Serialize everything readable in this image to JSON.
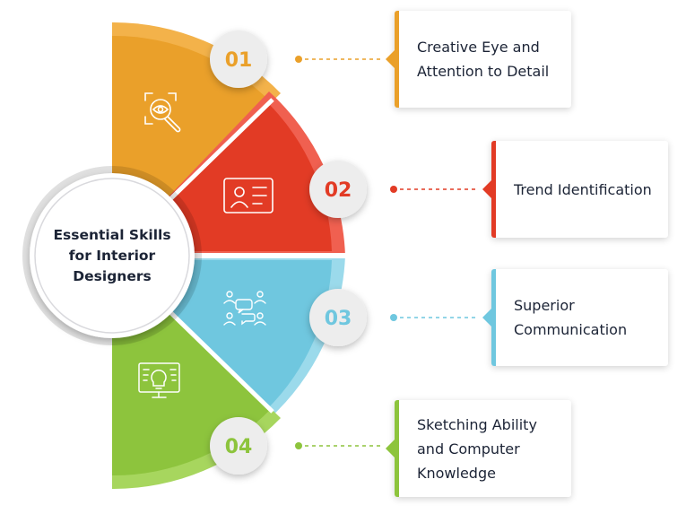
{
  "title": "Essential Skills for Interior Designers",
  "colors": {
    "orange": "#EAA02A",
    "red": "#E23B25",
    "blue": "#6FC7DF",
    "green": "#8DC43D",
    "dark_text": "#1C2436",
    "bubble": "#EDEDED"
  },
  "skills": [
    {
      "number": "01",
      "label": "Creative Eye and Attention to Detail",
      "icon": "eye-magnifier-icon",
      "color": "#EAA02A"
    },
    {
      "number": "02",
      "label": "Trend Identification",
      "icon": "id-card-icon",
      "color": "#E23B25"
    },
    {
      "number": "03",
      "label": "Superior Communication",
      "icon": "chat-people-icon",
      "color": "#6FC7DF"
    },
    {
      "number": "04",
      "label": "Sketching Ability and Computer Knowledge",
      "icon": "lightbulb-monitor-icon",
      "color": "#8DC43D"
    }
  ]
}
